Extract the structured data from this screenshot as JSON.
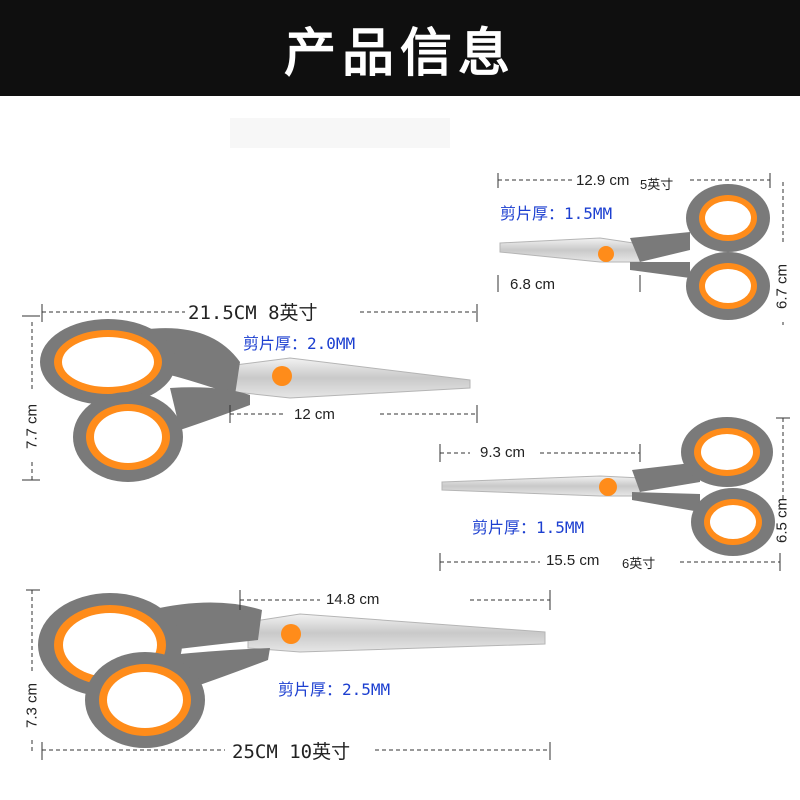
{
  "header": {
    "title": "产品信息"
  },
  "colors": {
    "handle_orange": "#ff8c1a",
    "handle_gray": "#7a7a7a",
    "blade": "#d8d8d8",
    "header_bg": "#0f0f0f",
    "thickness_text": "#1c3fd0"
  },
  "scissors": [
    {
      "id": "5in",
      "length": "12.9 cm",
      "size": "5英寸",
      "thickness": "剪片厚：1.5MM",
      "blade": "6.8 cm",
      "height": "6.7 cm"
    },
    {
      "id": "8in",
      "title": "21.5CM  8英寸",
      "thickness": "剪片厚：2.0MM",
      "blade": "12 cm",
      "height": "7.7 cm"
    },
    {
      "id": "6in",
      "blade": "9.3 cm",
      "thickness": "剪片厚：1.5MM",
      "length": "15.5 cm",
      "size": "6英寸",
      "height": "6.5 cm"
    },
    {
      "id": "10in",
      "blade": "14.8 cm",
      "thickness": "剪片厚：2.5MM",
      "title": "25CM 10英寸",
      "height": "7.3 cm"
    }
  ]
}
